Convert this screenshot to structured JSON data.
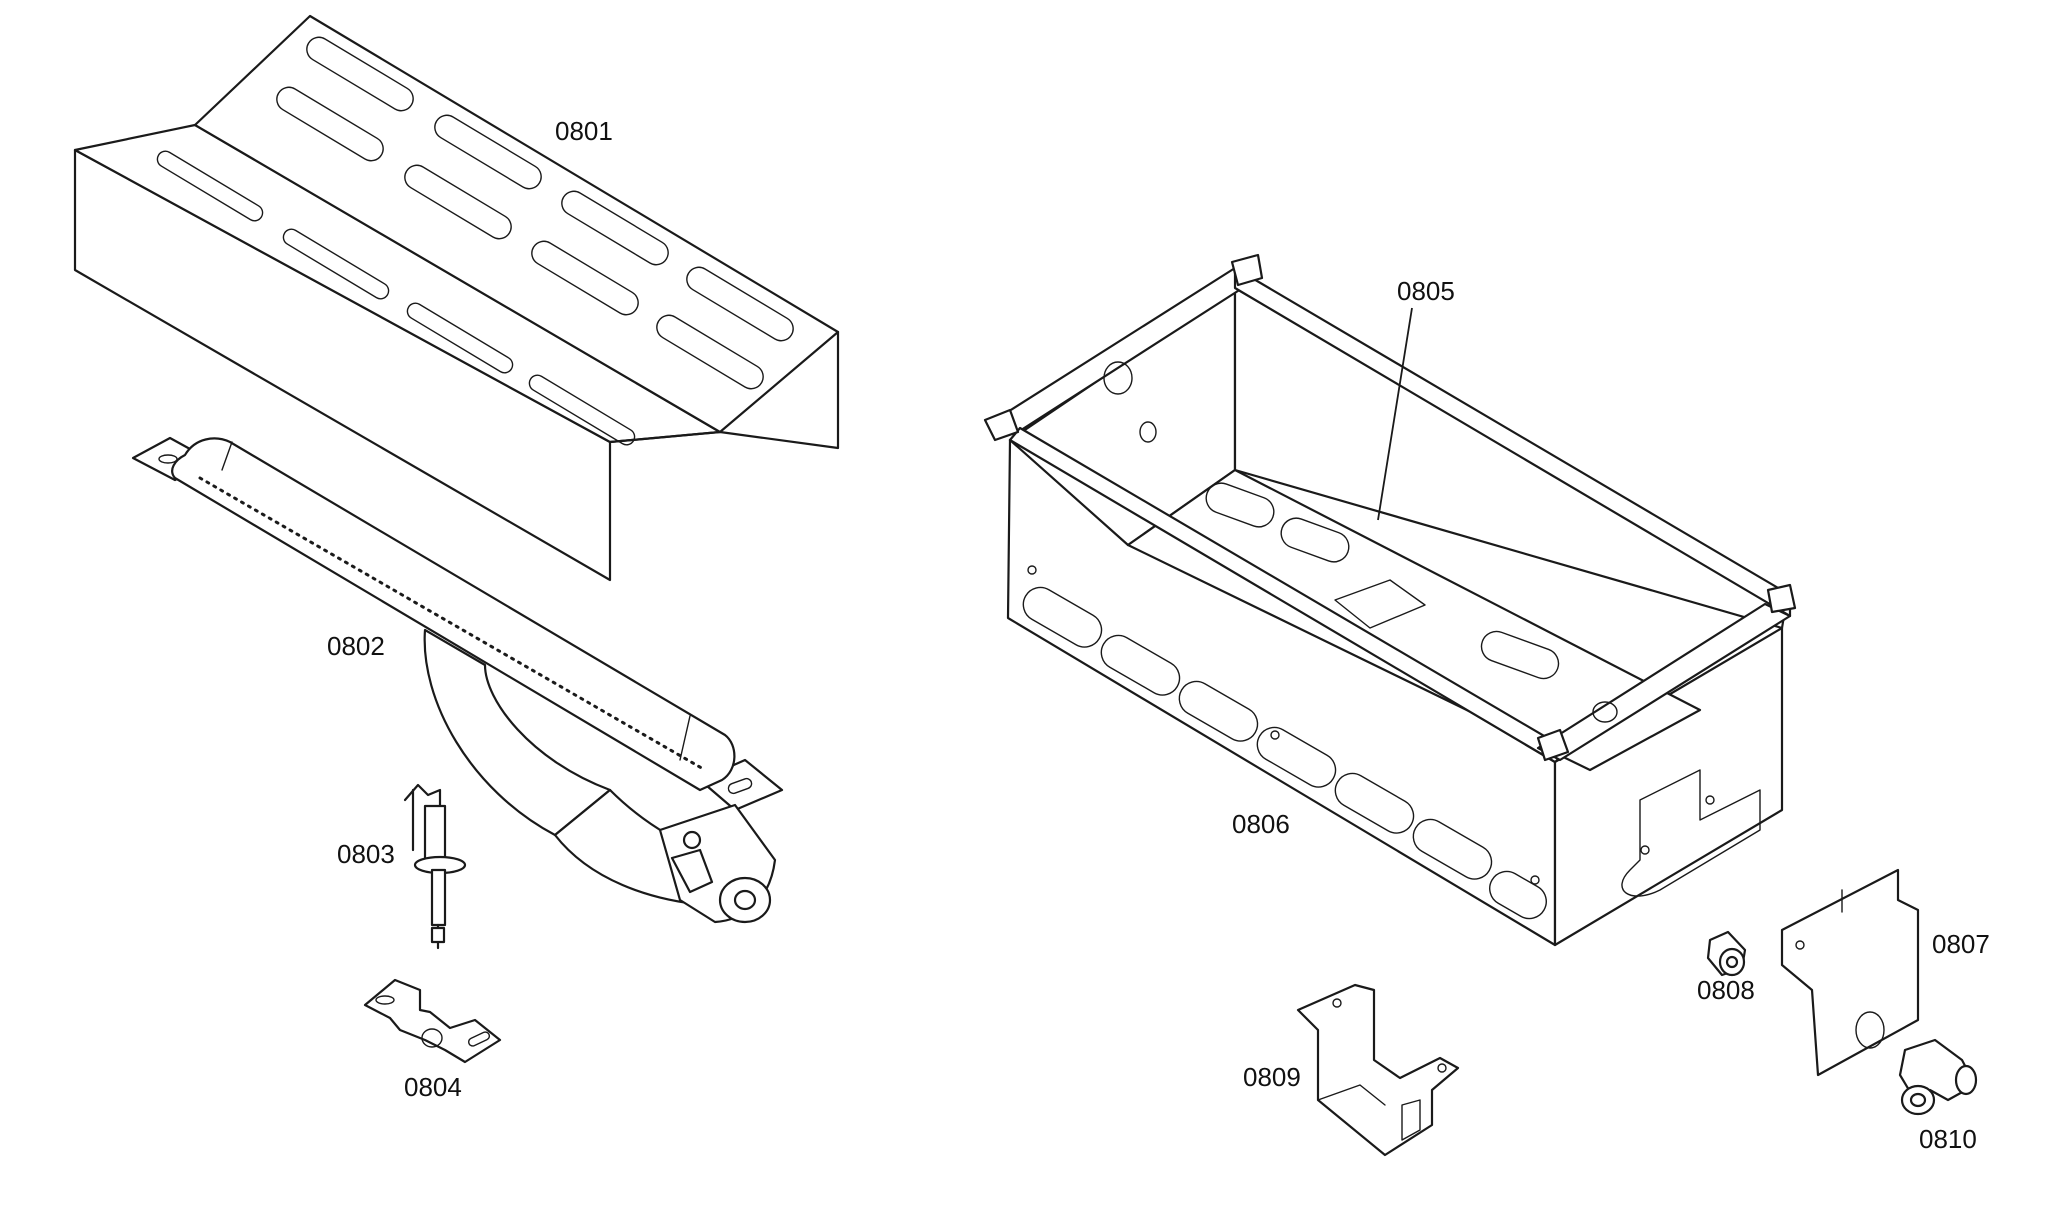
{
  "diagram": {
    "labels": {
      "p0801": "0801",
      "p0802": "0802",
      "p0803": "0803",
      "p0804": "0804",
      "p0805": "0805",
      "p0806": "0806",
      "p0807": "0807",
      "p0808": "0808",
      "p0809": "0809",
      "p0810": "0810"
    },
    "colors": {
      "line": "#1a1a1a",
      "background": "#ffffff"
    }
  }
}
